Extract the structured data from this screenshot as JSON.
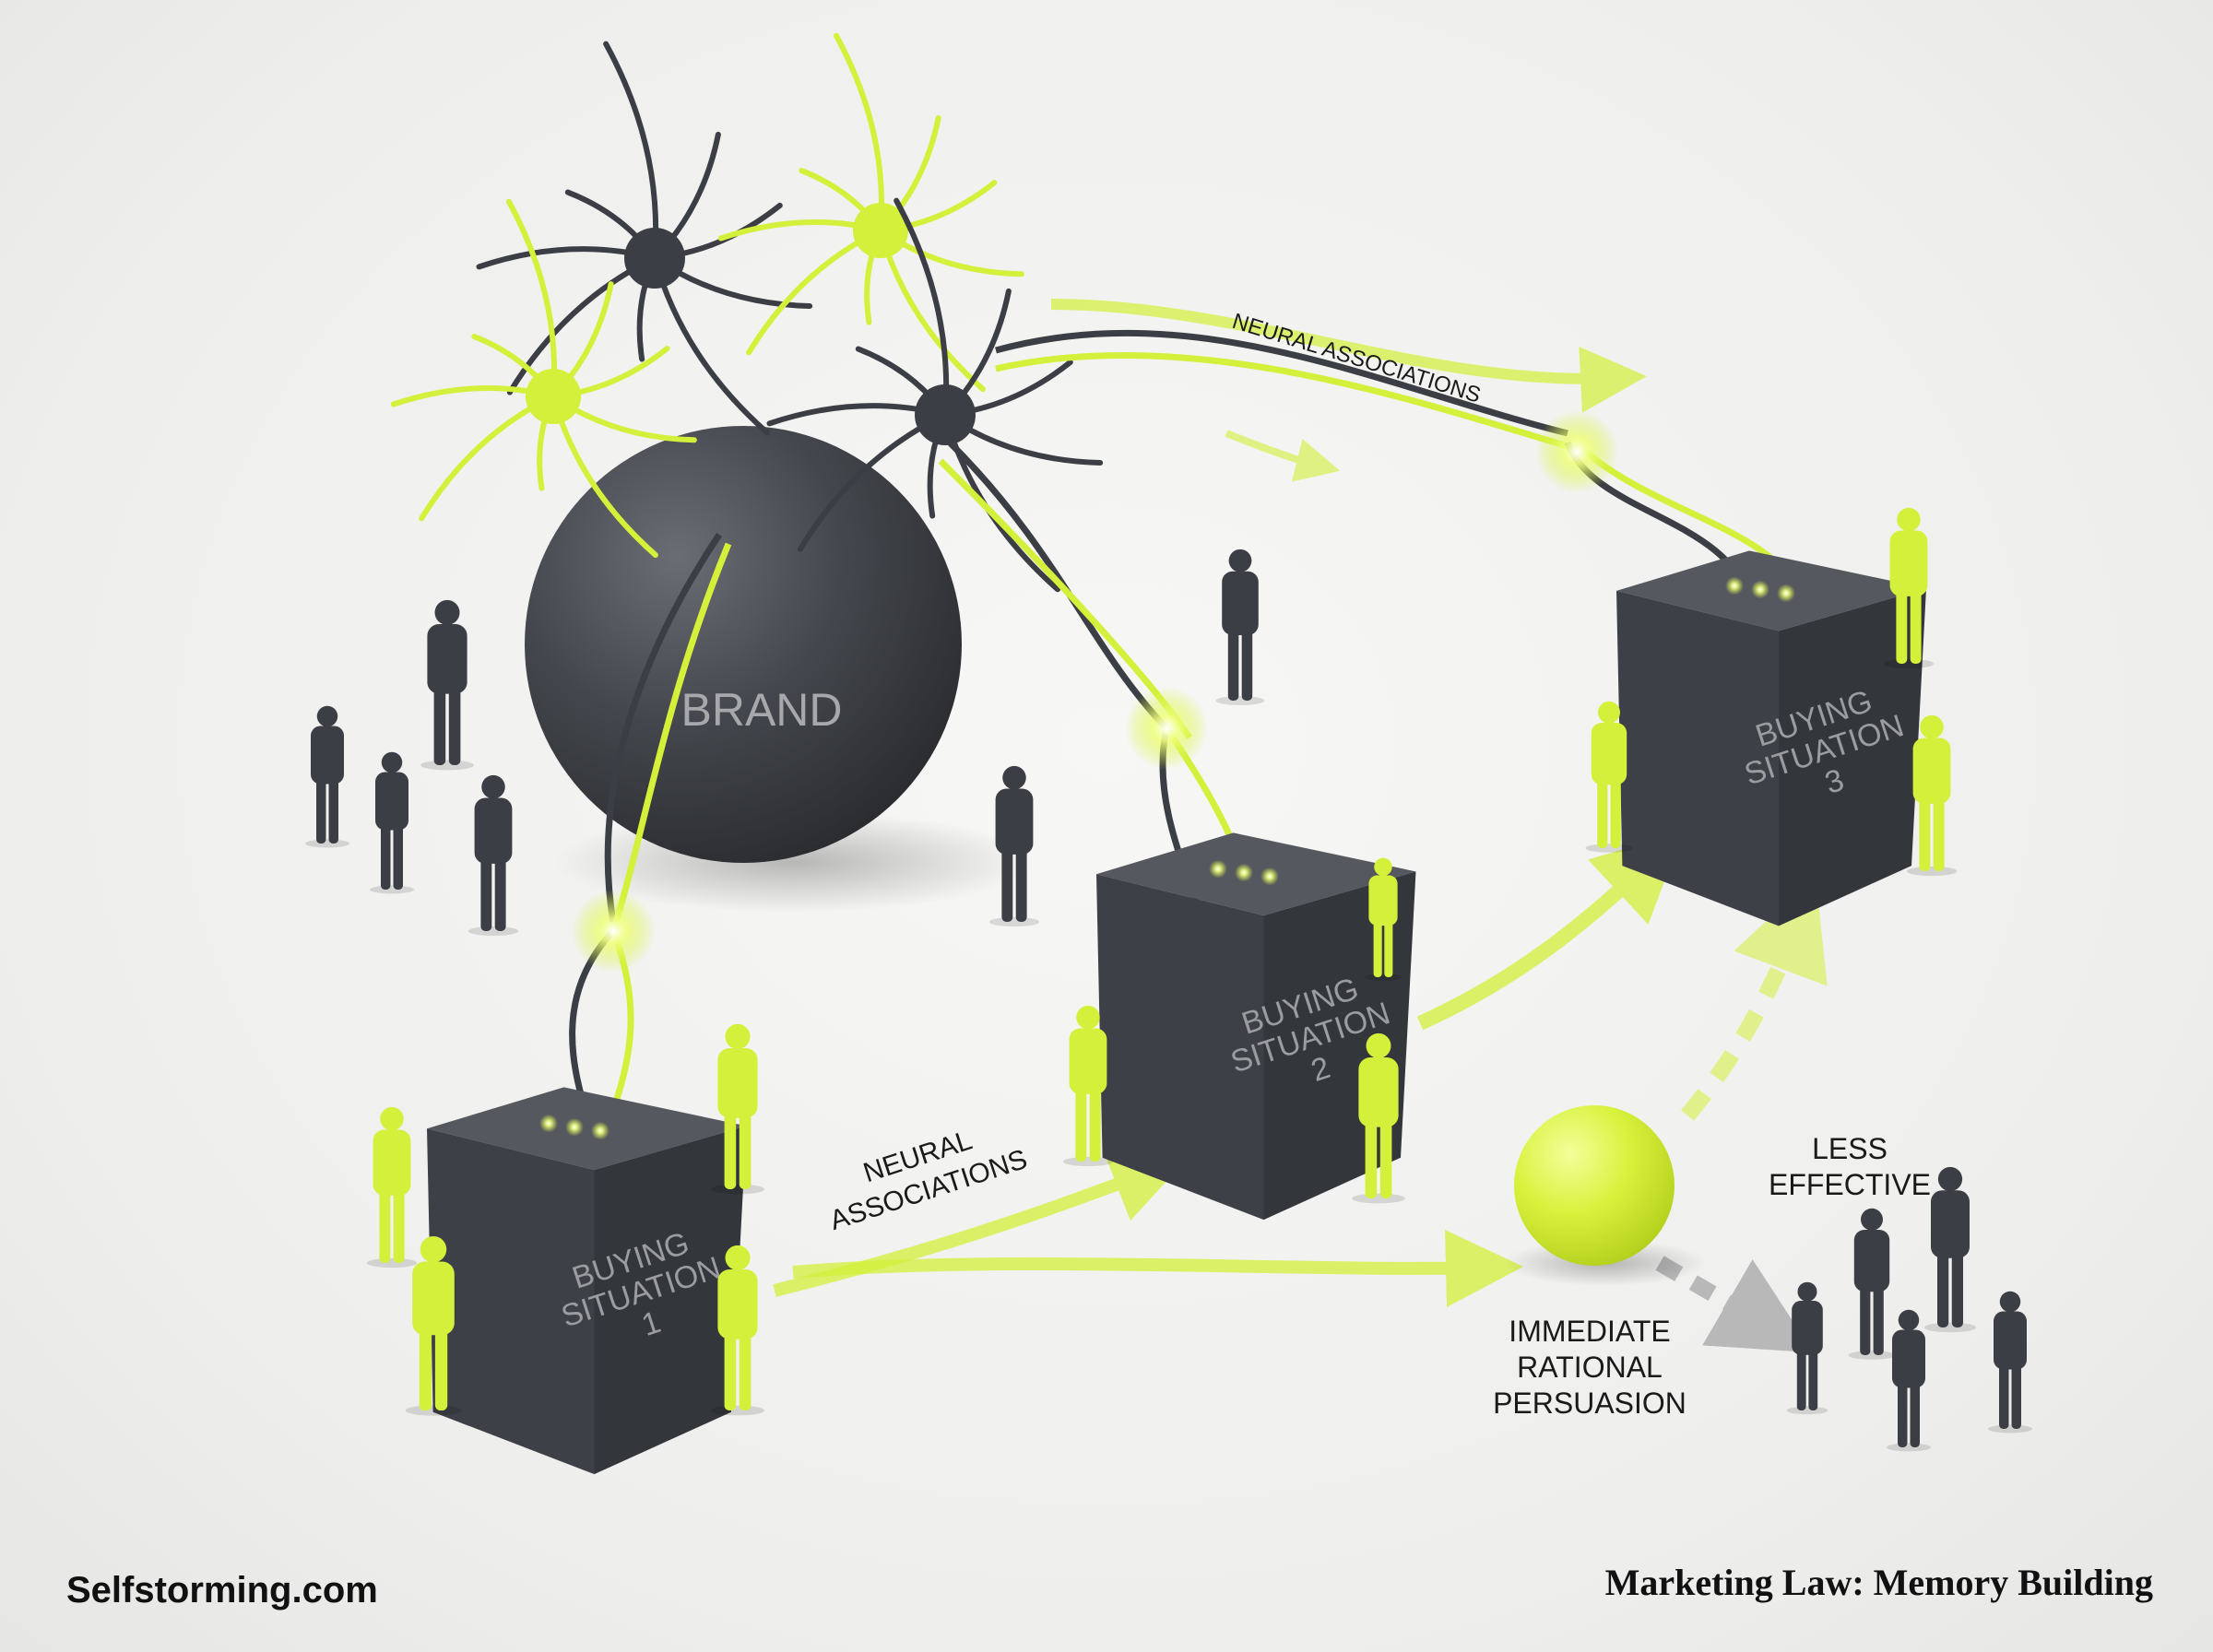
{
  "diagram": {
    "center_node": {
      "label": "BRAND"
    },
    "cubes": [
      {
        "lines": [
          "BUYING",
          "SITUATION",
          "1"
        ]
      },
      {
        "lines": [
          "BUYING",
          "SITUATION",
          "2"
        ]
      },
      {
        "lines": [
          "BUYING",
          "SITUATION",
          "3"
        ]
      }
    ],
    "labels": {
      "neural_associations_top": "NEURAL ASSOCIATIONS",
      "neural_associations_bottom": [
        "NEURAL",
        "ASSOCIATIONS"
      ],
      "less_effective": [
        "LESS",
        "EFFECTIVE"
      ],
      "immediate": [
        "IMMEDIATE",
        "RATIONAL",
        "PERSUASION"
      ]
    },
    "colors": {
      "accent": "#d4f03a",
      "dark": "#3b3e44",
      "background": "#f1f1ef"
    }
  },
  "footer": {
    "brand_logo": "Selfstorming.com",
    "title": "Marketing Law: Memory Building"
  }
}
